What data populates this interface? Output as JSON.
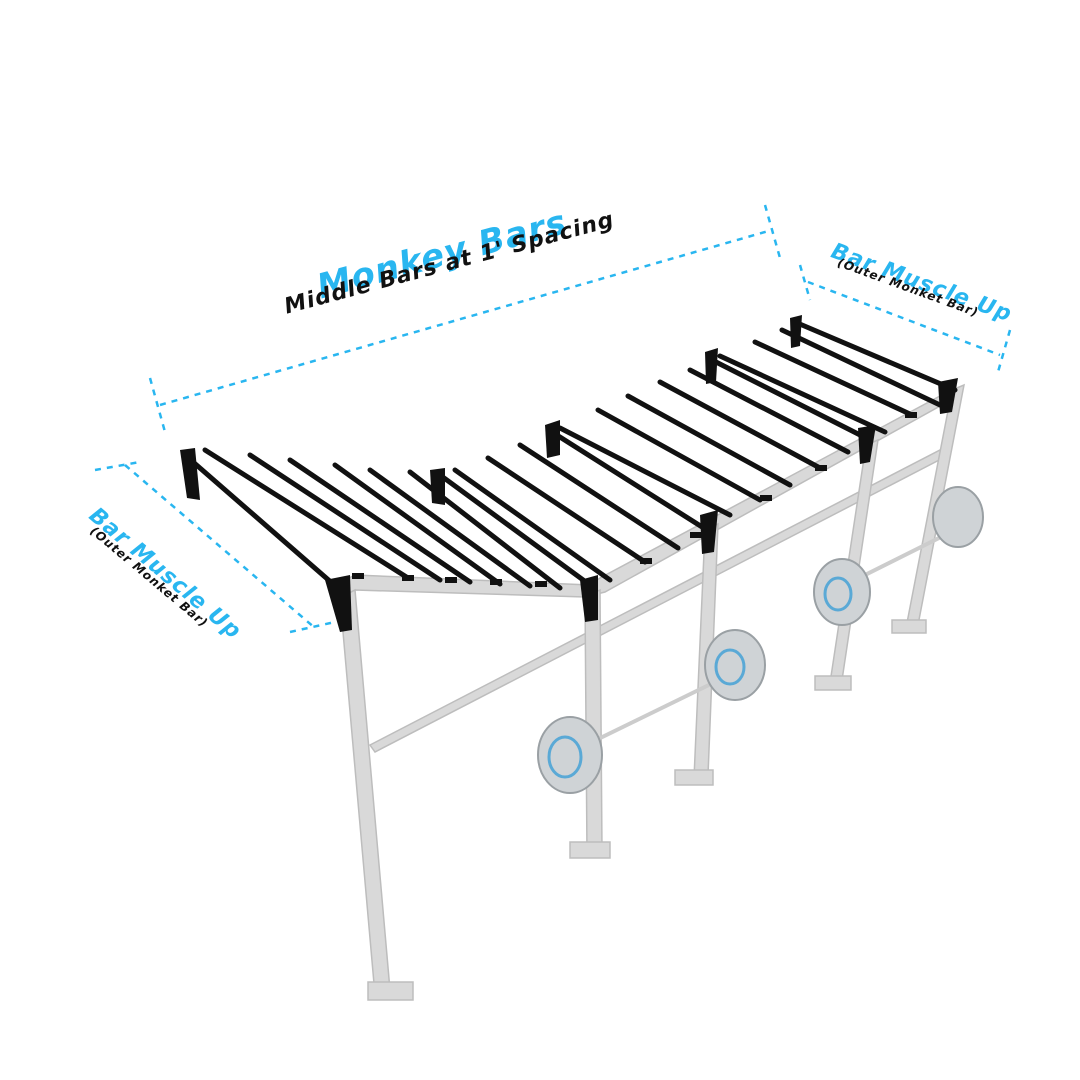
{
  "labels": {
    "main_title": "Monkey Bars",
    "main_subtitle": "Middle Bars at 1' Spacing",
    "right_title": "Bar Muscle Up",
    "right_subtitle": "(Outer Monket Bar)",
    "left_title": "Bar Muscle Up",
    "left_subtitle": "(Outer Monket Bar)"
  },
  "colors": {
    "accent": "#29b6f0",
    "text_dark": "#111111",
    "rig_frame": "#d9d9d9",
    "rig_edge": "#bdbdbd",
    "bars": "#111111",
    "plates": "#cfd3d6",
    "plate_accent": "#5aa9d6"
  }
}
